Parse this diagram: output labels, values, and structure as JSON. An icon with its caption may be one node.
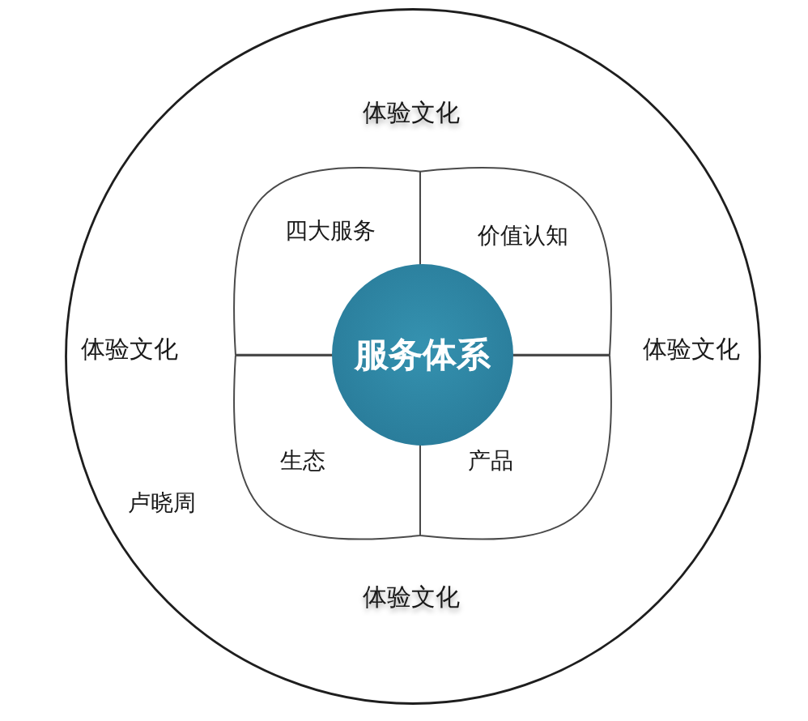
{
  "diagram": {
    "nodes": [
      {
        "text": [
          "体验文化",
          "体验文化",
          "体验文化",
          "体验文化"
        ]
      },
      {
        "text": [
          "四大服务"
        ],
        "in": 0
      },
      {
        "text": [
          "价值认知"
        ],
        "in": 0
      },
      {
        "text": [
          "服务体系"
        ],
        "in": 0
      },
      {
        "text": [
          "生态"
        ],
        "in": 0
      },
      {
        "text": [
          "产品"
        ],
        "in": 0
      }
    ],
    "labels": [
      "卢晓周"
    ]
  }
}
